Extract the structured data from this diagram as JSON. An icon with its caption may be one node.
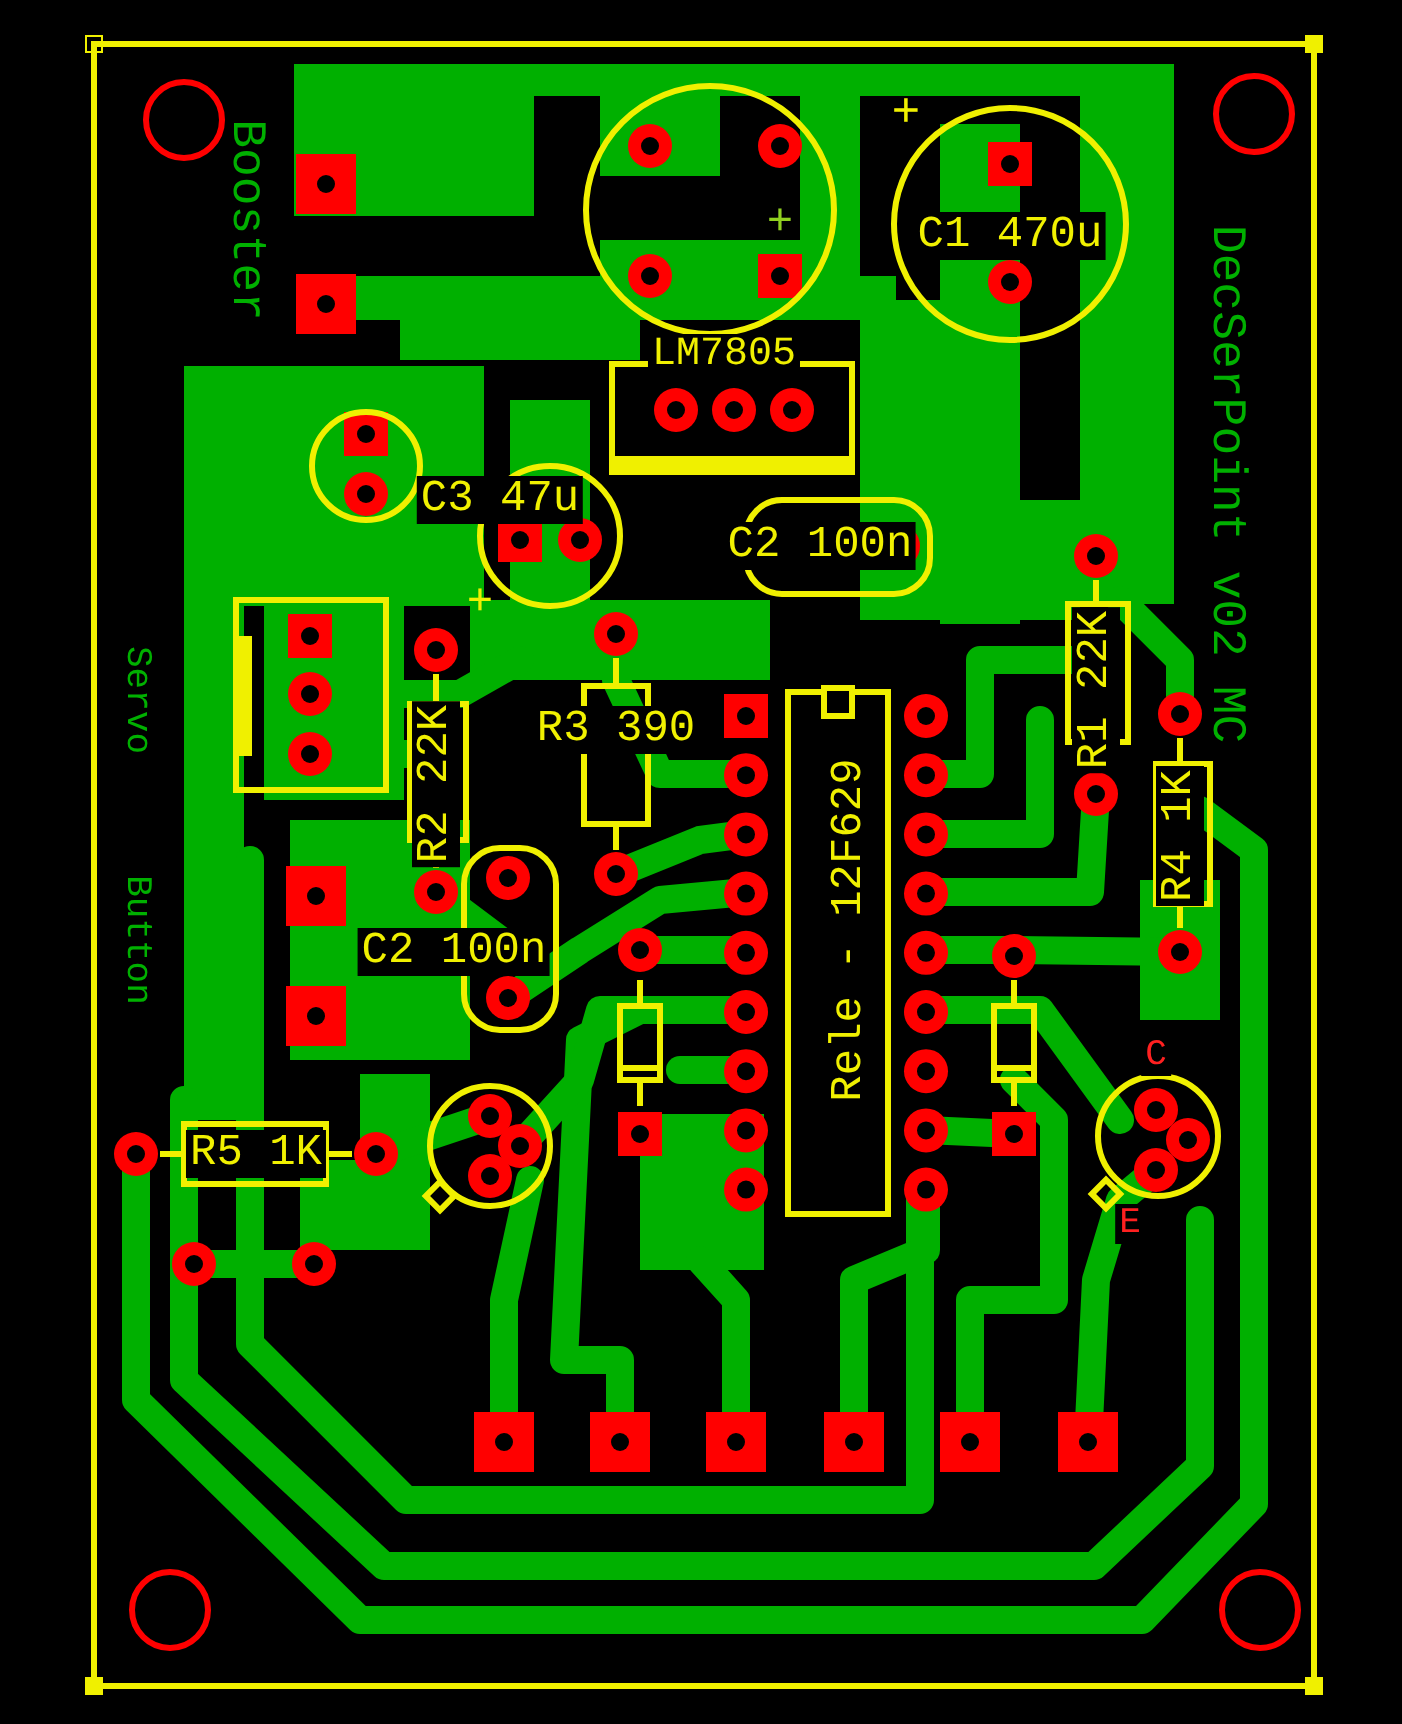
{
  "diagram": {
    "labels": [
      "Booster",
      "+",
      "DecSerPoint v02 MC",
      "+",
      "C1 470u",
      "LM7805",
      "C3 47u",
      "C2 100n",
      "+",
      "Servo",
      "R1 22K",
      "R3 390",
      "R2 22K",
      "R4 1K",
      "Button",
      "C2 100n",
      "Rele - 12F629",
      "C",
      "R5 1K",
      "E"
    ]
  }
}
